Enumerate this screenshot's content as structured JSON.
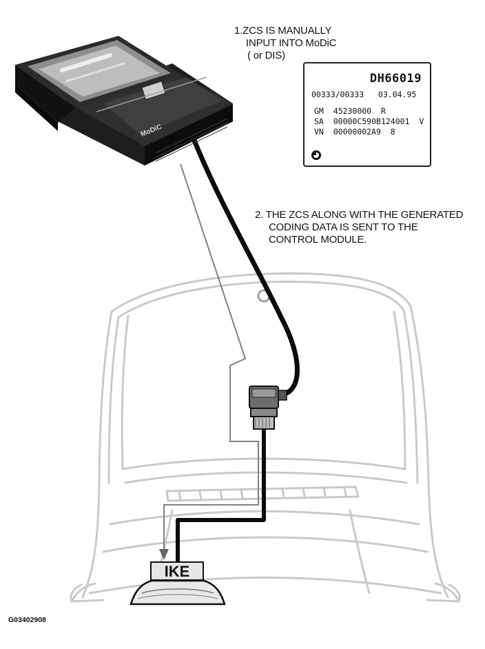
{
  "step1": {
    "line1": "1.ZCS IS MANUALLY",
    "line2": "INPUT INTO MoDiC",
    "line3": "( or DIS)"
  },
  "zcs_card": {
    "id": "DH66019",
    "line1": "00333/00333   03.04.95",
    "rows": [
      {
        "label": "GM",
        "value": "45230000  R"
      },
      {
        "label": "SA",
        "value": "00000C590B124001  V"
      },
      {
        "label": "VN",
        "value": "00000002A9  8"
      }
    ],
    "logo_icon": "bmw-roundel-icon"
  },
  "step2": {
    "line1": "2. THE ZCS ALONG WITH THE GENERATED",
    "line2": "CODING DATA IS SENT TO THE",
    "line3": "CONTROL MODULE."
  },
  "device_label": "MoDiC",
  "module_label": "IKE",
  "figure_id": "G03402908",
  "colors": {
    "cable": "#111111",
    "car_outline": "#cfcfcf",
    "thin_line": "#888888"
  }
}
